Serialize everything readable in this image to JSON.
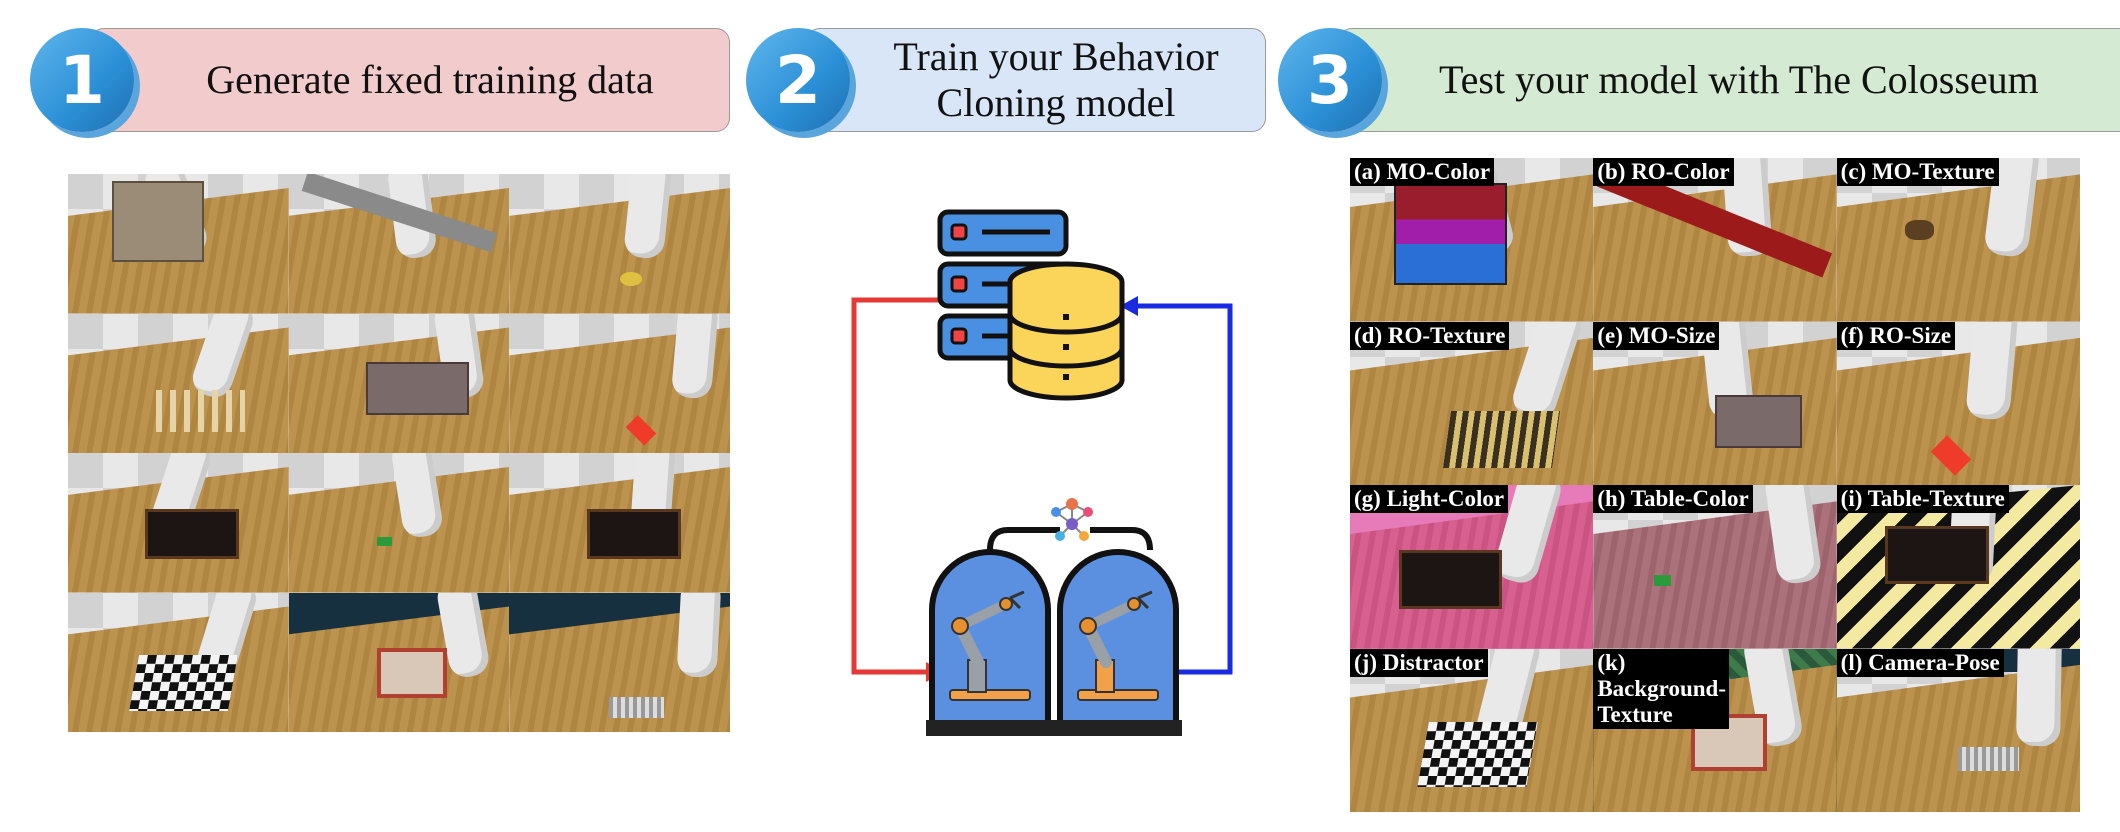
{
  "steps": [
    {
      "number": "1",
      "label": "Generate fixed training data",
      "color": "#f2cccc"
    },
    {
      "number": "2",
      "label_line1": "Train your Behavior",
      "label_line2": "Cloning model",
      "color": "#d9e6f7"
    },
    {
      "number": "3",
      "label": "Test your model with The Colosseum",
      "color": "#d5ead2"
    }
  ],
  "variations": [
    "(a) MO-Color",
    "(b) RO-Color",
    "(c) MO-Texture",
    "(d) RO-Texture",
    "(e) MO-Size",
    "(f) RO-Size",
    "(g) Light-Color",
    "(h) Table-Color",
    "(i) Table-Texture",
    "(j) Distractor",
    "(k) Background-Texture",
    "(l) Camera-Pose"
  ],
  "colors": {
    "table_wood": "#b98d45",
    "checker_light": "#e8e8e8",
    "checker_dark": "#d2d2d2",
    "loop_red": "#e53935",
    "loop_blue": "#1a2ae0",
    "db_yellow": "#fbd45a",
    "server_blue": "#4a90e2",
    "capsule_blue": "#5b8fe0"
  },
  "icons": [
    "database-server-icon",
    "robot-arm-capsule-icon",
    "neural-network-icon"
  ]
}
